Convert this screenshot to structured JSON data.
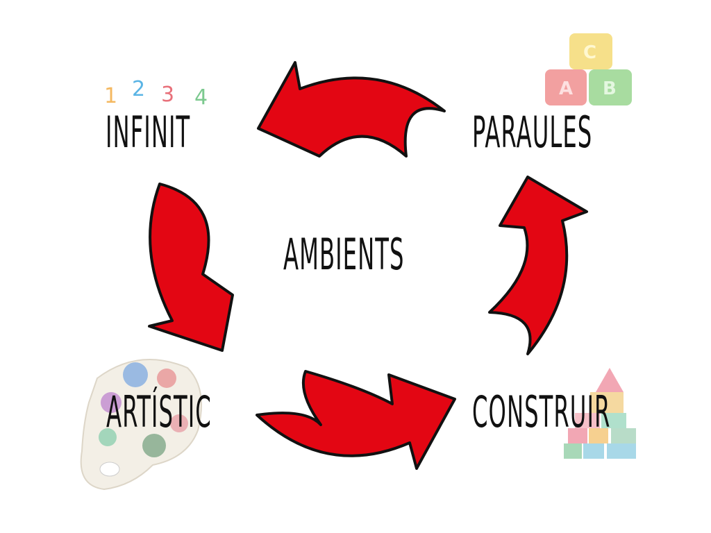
{
  "center": {
    "label": "AMBIENTS"
  },
  "nodes": [
    {
      "label": "INFINIT",
      "icon": "numbers-icon"
    },
    {
      "label": "PARAULES",
      "icon": "alphabet-blocks-icon"
    },
    {
      "label": "CONSTRUIR",
      "icon": "building-blocks-icon"
    },
    {
      "label": "ARTÍSTIC",
      "icon": "paint-palette-icon"
    }
  ],
  "decor": {
    "numbers": [
      "1",
      "2",
      "3",
      "4"
    ],
    "blocks": [
      "C",
      "A",
      "B"
    ]
  },
  "colors": {
    "arrow": "#e30613",
    "outline": "#111111"
  }
}
